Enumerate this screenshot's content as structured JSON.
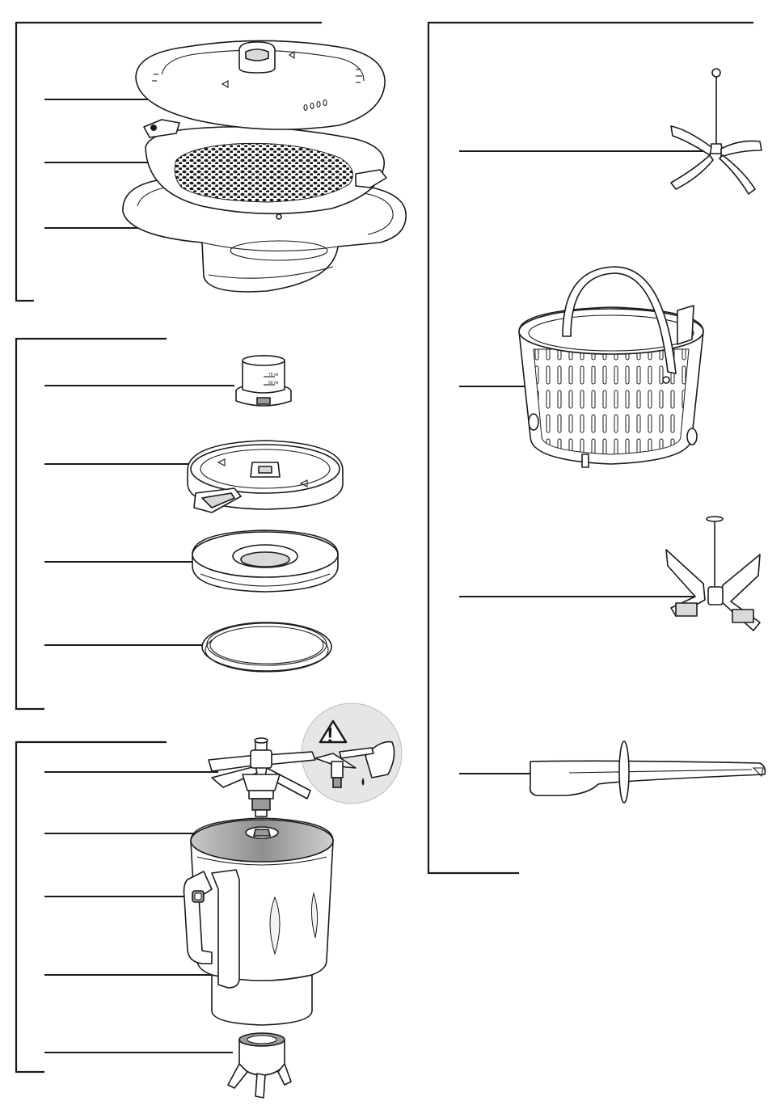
{
  "diagram": {
    "groups": [
      {
        "id": "steamer-group",
        "parts": [
          "steamer-lid",
          "steamer-tray",
          "steamer-bowl"
        ]
      },
      {
        "id": "lid-group",
        "parts": [
          "measuring-cap",
          "bowl-lid",
          "lid-insert",
          "lid-seal"
        ]
      },
      {
        "id": "bowl-group",
        "parts": [
          "blade-assembly",
          "blade-seal",
          "handle-button",
          "stainless-bowl",
          "blade-lock-base"
        ]
      },
      {
        "id": "accessories-group",
        "parts": [
          "whisk",
          "steam-basket",
          "kneading-blade",
          "spatula"
        ]
      }
    ],
    "warning": {
      "symbol": "!",
      "icon": "warning-triangle-icon"
    },
    "measuring_cap_marks": [
      "75 ml",
      "50 ml"
    ]
  }
}
